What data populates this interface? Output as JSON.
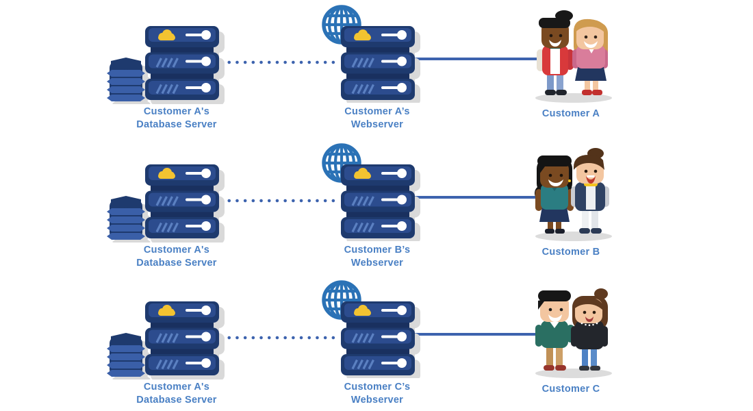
{
  "palette": {
    "server_dark_navy": "#1e3a6e",
    "server_panel_blue": "#2c4c8e",
    "server_chassis": "#19305f",
    "vent_slash_blue": "#5b80c1",
    "cloud_yellow": "#f3c331",
    "database_cylinder_blue": "#3a5fa8",
    "globe_blue": "#2b72b6",
    "connection_line_blue": "#3d63ae",
    "label_text_blue": "#4a80c4",
    "drop_shadow_gray": "#d9d9d9"
  },
  "icons": {
    "database": "database-cylinder-icon",
    "server": "server-stack-icon",
    "cloud": "cloud-icon",
    "power_slider": "power-slider-icon",
    "vents": "vent-slashes-icon",
    "webserver_globe": "globe-icon",
    "customers": "customer-pair-illustration"
  },
  "rows": [
    {
      "database": {
        "line1": "Customer A's",
        "line2": "Database Server"
      },
      "webserver": {
        "line1": "Customer A’s",
        "line2": "Webserver"
      },
      "customer": {
        "label": "Customer A"
      }
    },
    {
      "database": {
        "line1": "Customer A's",
        "line2": "Database Server"
      },
      "webserver": {
        "line1": "Customer B’s",
        "line2": "Webserver"
      },
      "customer": {
        "label": "Customer B"
      }
    },
    {
      "database": {
        "line1": "Customer A's",
        "line2": "Database Server"
      },
      "webserver": {
        "line1": "Customer C’s",
        "line2": "Webserver"
      },
      "customer": {
        "label": "Customer C"
      }
    }
  ]
}
